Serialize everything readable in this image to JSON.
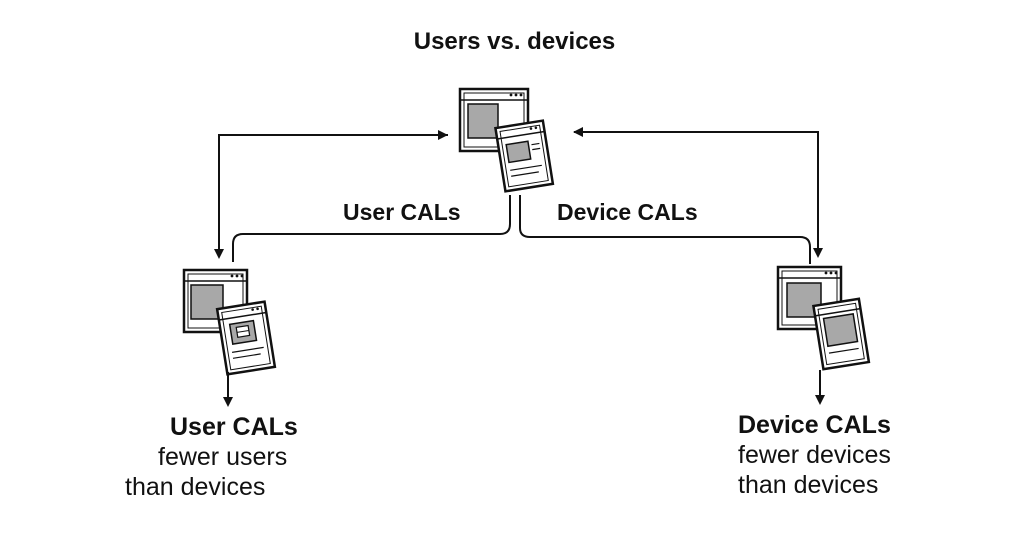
{
  "title": "Users vs. devices",
  "labels": {
    "user_cals": "User CALs",
    "device_cals": "Device CALs"
  },
  "left_result": {
    "heading": "User CALs",
    "line1": "fewer users",
    "line2": "than devices"
  },
  "right_result": {
    "heading": "Device CALs",
    "line1": "fewer devices",
    "line2": "than devices"
  },
  "icons": {
    "top": "window-stack-icon",
    "left": "window-stack-icon",
    "right": "window-stack-icon"
  },
  "colors": {
    "stroke": "#111111",
    "screen_fill": "#a8a8a8",
    "background": "#ffffff"
  }
}
